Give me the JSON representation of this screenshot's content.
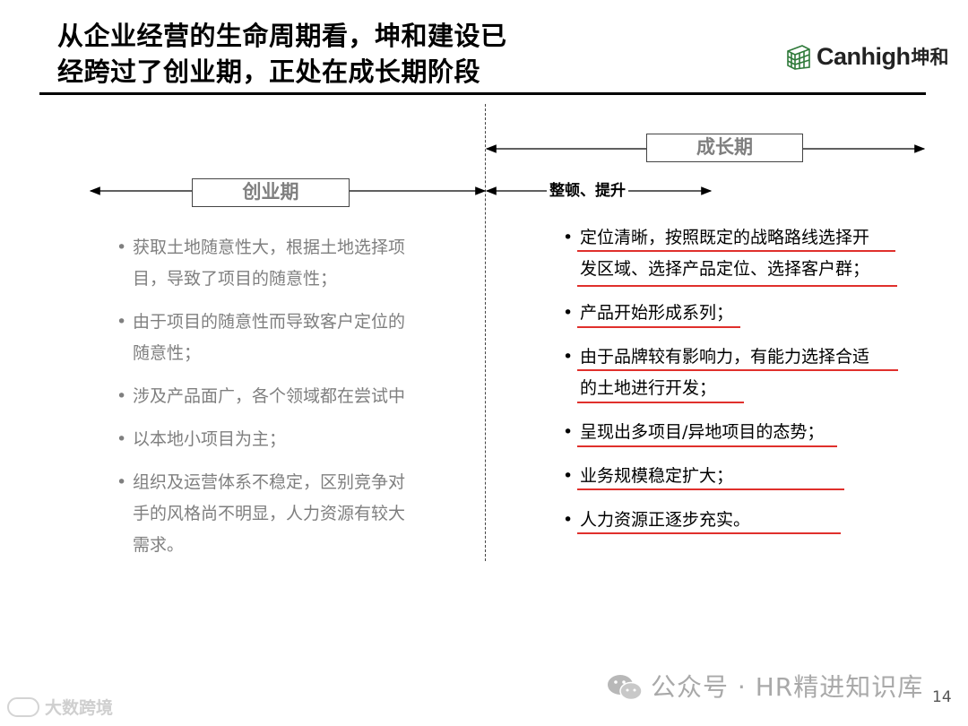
{
  "title": {
    "line1": "从企业经营的生命周期看，坤和建设已",
    "line2": "经跨过了创业期，正处在成长期阶段"
  },
  "logo": {
    "brand": "Canhigh",
    "brand_cn": "坤和"
  },
  "phases": {
    "startup_label": "创业期",
    "growth_label": "成长期",
    "sub_label": "整顿、提升"
  },
  "startup_points": [
    {
      "lines": [
        "获取土地随意性大，根据土地选择项",
        "目，导致了项目的随意性；"
      ]
    },
    {
      "lines": [
        "由于项目的随意性而导致客户定位的",
        "随意性；"
      ]
    },
    {
      "lines": [
        "涉及产品面广，各个领域都在尝试中"
      ]
    },
    {
      "lines": [
        "以本地小项目为主；"
      ]
    },
    {
      "lines": [
        "组织及运营体系不稳定，区别竞争对",
        "手的风格尚不明显，人力资源有较大",
        "需求。"
      ]
    }
  ],
  "growth_points": [
    {
      "lines": [
        "定位清晰，按照既定的战略路线选择开",
        "发区域、选择产品定位、选择客户群；"
      ]
    },
    {
      "lines": [
        "产品开始形成系列；"
      ]
    },
    {
      "lines": [
        "由于品牌较有影响力，有能力选择合适",
        "的土地进行开发；"
      ]
    },
    {
      "lines": [
        "呈现出多项目/异地项目的态势；"
      ]
    },
    {
      "lines": [
        "业务规模稳定扩大；"
      ]
    },
    {
      "lines": [
        "人力资源正逐步充实。"
      ]
    }
  ],
  "footer": {
    "watermark": "公众号 · HR精进知识库",
    "page_number": "14",
    "left_mark": "大数跨境"
  },
  "colors": {
    "underline": "#e0302c",
    "muted_text": "#7f7f7f",
    "rule": "#000000"
  }
}
